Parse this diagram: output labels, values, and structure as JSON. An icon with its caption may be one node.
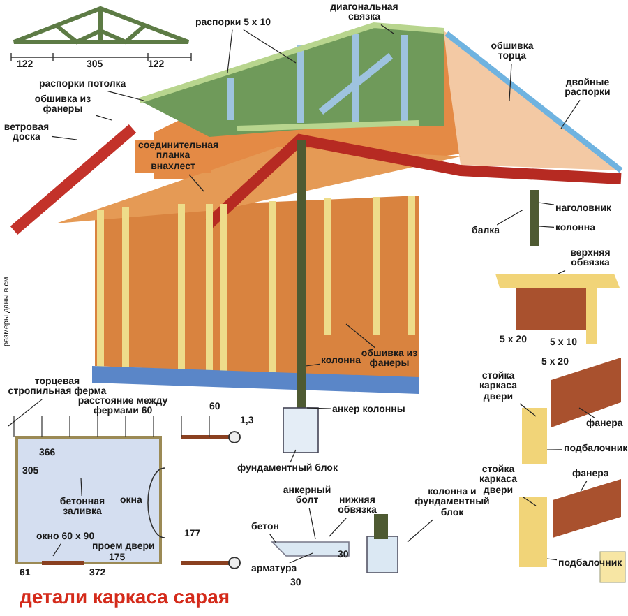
{
  "diagram": {
    "title": "детали каркаса сарая",
    "nodes": [
      {
        "text": [
          "распорки 5 x 10"
        ]
      },
      {
        "text": [
          "диагональная связка"
        ]
      },
      {
        "text": [
          "распорки потолка"
        ]
      },
      {
        "text": [
          "обшивка из фанеры"
        ]
      },
      {
        "text": [
          "ветровая доска"
        ]
      },
      {
        "text": [
          "соединительная планка внахлест"
        ]
      },
      {
        "text": [
          "обшивка торца"
        ]
      },
      {
        "text": [
          "двойные распорки"
        ]
      },
      {
        "text": [
          "наголовник"
        ]
      },
      {
        "text": [
          "балка"
        ]
      },
      {
        "text": [
          "колонна"
        ]
      },
      {
        "text": [
          "верхняя обвязка"
        ]
      },
      {
        "text": [
          "обшивка из фанеры"
        ]
      },
      {
        "text": [
          "колонна"
        ]
      },
      {
        "text": [
          "анкер колонны"
        ]
      },
      {
        "text": [
          "фундаментный блок"
        ]
      },
      {
        "text": [
          "анкерный болт"
        ]
      },
      {
        "text": [
          "нижняя обвязка"
        ]
      },
      {
        "text": [
          "колонна и фундаментный блок"
        ]
      },
      {
        "text": [
          "бетон"
        ]
      },
      {
        "text": [
          "арматура"
        ]
      },
      {
        "text": [
          "стойка каркаса двери"
        ]
      },
      {
        "text": [
          "фанера"
        ]
      },
      {
        "text": [
          "подбалочник"
        ]
      },
      {
        "text": [
          "стойка каркаса двери"
        ]
      },
      {
        "text": [
          "фанера"
        ]
      },
      {
        "text": [
          "подбалочник"
        ]
      },
      {
        "text": [
          "торцевая стропильная ферма"
        ]
      },
      {
        "text": [
          "бетонная заливка"
        ]
      },
      {
        "text": [
          "окно 60 x 90"
        ]
      }
    ],
    "edges": [
      {
        "from": 0,
        "to": null,
        "arrow": "none"
      },
      {
        "from": 0,
        "to": null,
        "arrow": "none"
      },
      {
        "from": 1,
        "to": null,
        "arrow": "none"
      },
      {
        "from": 2,
        "to": null,
        "arrow": "none"
      },
      {
        "from": 3,
        "to": null,
        "arrow": "none"
      },
      {
        "from": 4,
        "to": null,
        "arrow": "none"
      },
      {
        "from": 5,
        "to": null,
        "arrow": "none"
      },
      {
        "from": 6,
        "to": null,
        "arrow": "none"
      },
      {
        "from": 7,
        "to": null,
        "arrow": "none"
      },
      {
        "from": 8,
        "to": null,
        "arrow": "none"
      },
      {
        "from": 9,
        "to": null,
        "arrow": "none"
      },
      {
        "from": 10,
        "to": null,
        "arrow": "none"
      },
      {
        "from": 11,
        "to": null,
        "arrow": "none"
      },
      {
        "from": 12,
        "to": null,
        "arrow": "none"
      },
      {
        "from": 13,
        "to": null,
        "arrow": "none"
      },
      {
        "from": 14,
        "to": null,
        "arrow": "none"
      },
      {
        "from": 15,
        "to": null,
        "arrow": "none"
      },
      {
        "from": 16,
        "to": null,
        "arrow": "none"
      },
      {
        "from": 17,
        "to": null,
        "arrow": "none"
      },
      {
        "from": 18,
        "to": null,
        "arrow": "none"
      },
      {
        "from": 19,
        "to": null,
        "arrow": "none"
      },
      {
        "from": 20,
        "to": null,
        "arrow": "none"
      },
      {
        "from": 21,
        "to": null,
        "arrow": "none"
      },
      {
        "from": 22,
        "to": null,
        "arrow": "none"
      },
      {
        "from": 23,
        "to": null,
        "arrow": "none"
      },
      {
        "from": 24,
        "to": null,
        "arrow": "none"
      },
      {
        "from": 25,
        "to": null,
        "arrow": "none"
      },
      {
        "from": 26,
        "to": null,
        "arrow": "none"
      },
      {
        "from": 27,
        "to": null,
        "arrow": "none"
      },
      {
        "from": 28,
        "to": null,
        "arrow": "none"
      },
      {
        "from": 29,
        "to": null,
        "arrow": "none"
      }
    ],
    "labels": [
      "122",
      "305",
      "122",
      "5 x 20",
      "5 x 10",
      "5 x 20",
      "расстояние между фермами 60",
      "60",
      "1,3",
      "366",
      "305",
      "окна",
      "проем двери",
      "175",
      "177",
      "61",
      "372",
      "30",
      "30",
      "размеры даны в см"
    ]
  }
}
